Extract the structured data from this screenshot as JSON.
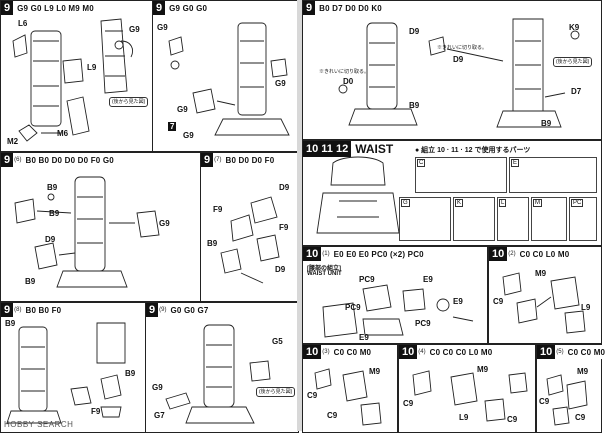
{
  "steps": {
    "s1": {
      "num": "9",
      "sub": "",
      "parts": "G9 G0 L9 L0 M9 M0"
    },
    "s2": {
      "num": "9",
      "sub": "",
      "parts": "G9 G0 G0"
    },
    "s3": {
      "num": "9",
      "sub": "",
      "parts": "B0 D7 D0 D0 K0"
    },
    "s4": {
      "num": "9",
      "sub": "(6)",
      "parts": "B0 B0 D0 D0 D0 F0 G0"
    },
    "s5": {
      "num": "9",
      "sub": "(7)",
      "parts": "B0 D0 D0 F0"
    },
    "s6": {
      "num": "9",
      "sub": "(8)",
      "parts": "B0 B0 F0"
    },
    "s7": {
      "num": "9",
      "sub": "(9)",
      "parts": "G0 G0 G7"
    },
    "s8": {
      "num": "10",
      "sub": "(1)",
      "parts": "E0 E0 E0 PC0 (×2) PC0"
    },
    "s9": {
      "num": "10",
      "sub": "(2)",
      "parts": "C0 C0 L0 M0"
    },
    "s10": {
      "num": "10",
      "sub": "(3)",
      "parts": "C0 C0 M0"
    },
    "s11": {
      "num": "10",
      "sub": "(4)",
      "parts": "C0 C0 C0 L0 M0"
    },
    "s12": {
      "num": "10",
      "sub": "(5)",
      "parts": "C0 C0 M0"
    }
  },
  "waist": {
    "steps": "10 11 12",
    "word": "WAIST",
    "used": "● 組立 10 · 11 · 12 で使用するパーツ",
    "unit_jp": "[腰部の組立]",
    "unit_en": "WAIST UNIT",
    "sprues": [
      "C",
      "E",
      "G",
      "K",
      "L",
      "M",
      "PC"
    ]
  },
  "labels": {
    "s1": [
      "L6",
      "L9",
      "M2",
      "M6",
      "G9"
    ],
    "s2": [
      "G9",
      "G9",
      "G9",
      "G9"
    ],
    "s3": [
      "D9",
      "D9",
      "D0",
      "K9",
      "D7",
      "B9",
      "B9"
    ],
    "s4": [
      "B9",
      "B9",
      "D9",
      "G9",
      "B9"
    ],
    "s5": [
      "D9",
      "F9",
      "F9",
      "B9",
      "D9"
    ],
    "s6": [
      "B9",
      "B9",
      "F9"
    ],
    "s7": [
      "G5",
      "G9",
      "G7"
    ],
    "s8": [
      "PC9",
      "E9",
      "PC9",
      "E9",
      "PC9",
      "E9"
    ],
    "s9": [
      "M9",
      "C9",
      "L9"
    ],
    "s10": [
      "C9",
      "C9",
      "M9"
    ],
    "s11": [
      "M9",
      "C9",
      "L9",
      "C9"
    ],
    "s12": [
      "M9",
      "C9",
      "C9"
    ]
  },
  "notes": {
    "orient": "(後から見た図)",
    "cut1": "※きれいに切り取る。",
    "cut2": "※きれいに切り取る。",
    "tag7": "7"
  },
  "watermark": "HOBBY SEARCH"
}
